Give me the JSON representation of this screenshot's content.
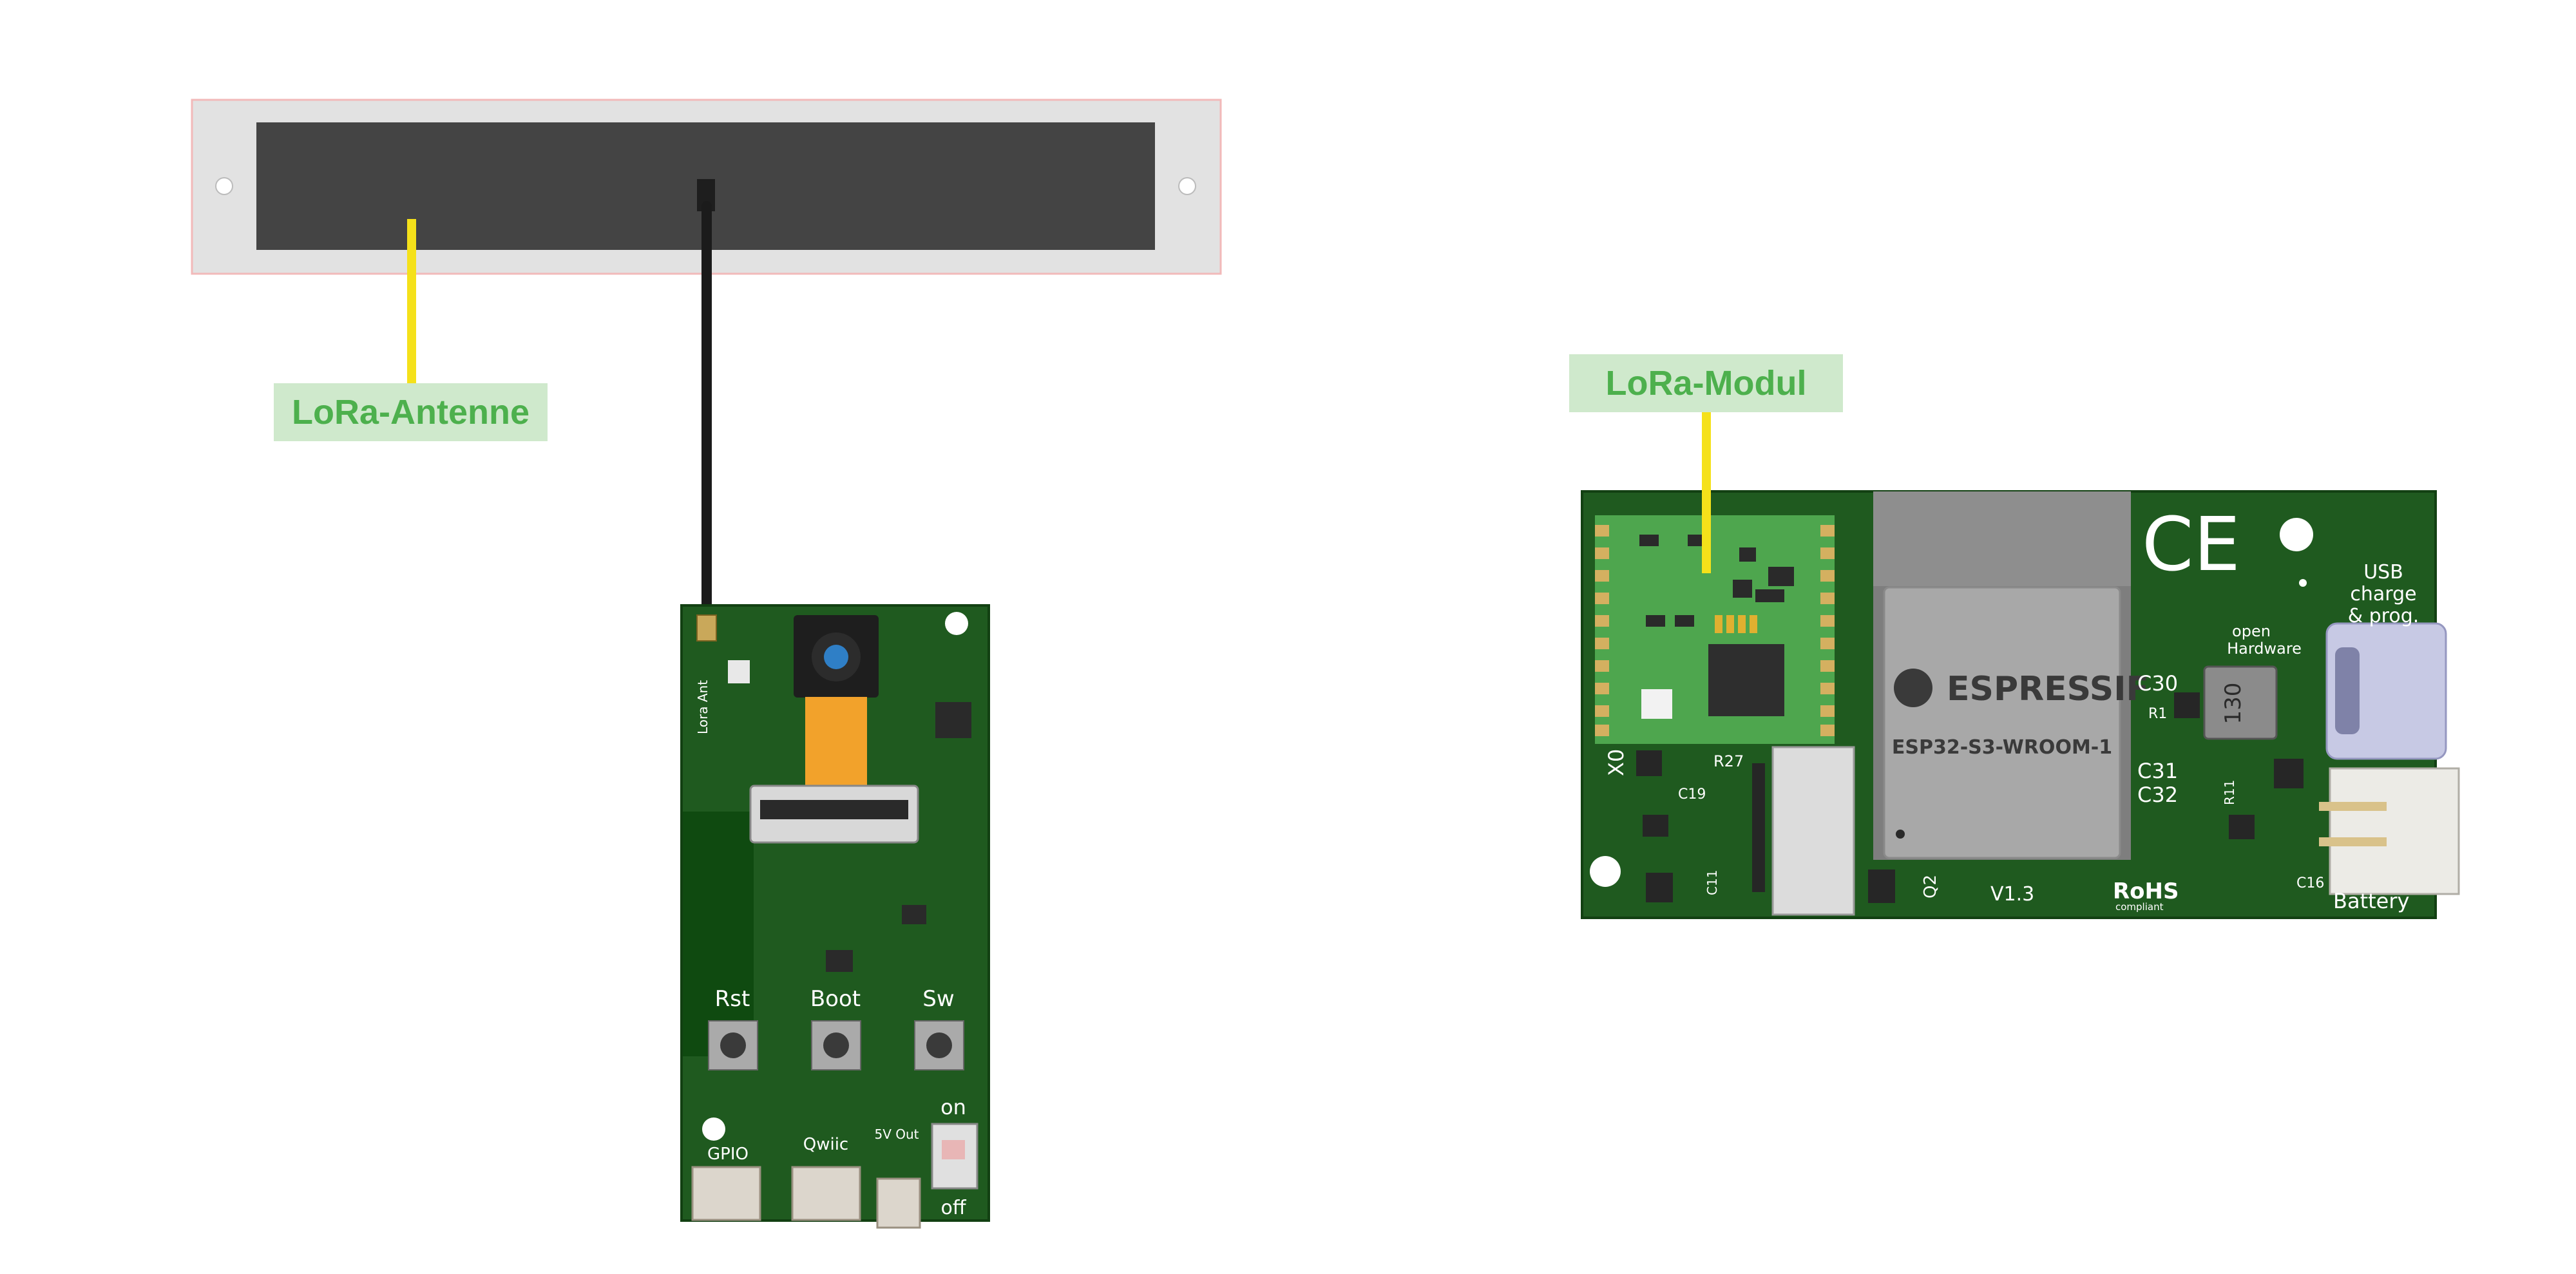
{
  "labels": {
    "antenna": "LoRa-Antenne",
    "module": "LoRa-Modul"
  },
  "colors": {
    "callout_bg": "#cfe9cc",
    "callout_text": "#4db04d",
    "leader_line": "#f5e11a",
    "pcb_green": "#1f5a1f"
  },
  "front_board": {
    "buttons": [
      "Rst",
      "Boot",
      "Sw"
    ],
    "connectors": [
      "GPIO",
      "Qwiic",
      "5V Out"
    ],
    "switch_states": [
      "on",
      "off"
    ],
    "antenna_label": "Lora Ant"
  },
  "back_board": {
    "module_brand": "ESPRESSIF",
    "module_name": "ESP32-S3-WROOM-1",
    "version": "V1.3",
    "usb_label_lines": [
      "USB",
      "charge",
      "& prog."
    ],
    "open_hw_lines": [
      "open",
      "Hardware"
    ],
    "inductor_marking": "130",
    "battery_label": "Battery",
    "rohs": "RoHS",
    "rohs_sub": "compliant",
    "ce_mark": "CE",
    "x0_label": "X0",
    "refs": [
      "R27",
      "C19",
      "C11",
      "R1",
      "R11",
      "C30",
      "C31",
      "C32",
      "C16",
      "Q2"
    ]
  }
}
